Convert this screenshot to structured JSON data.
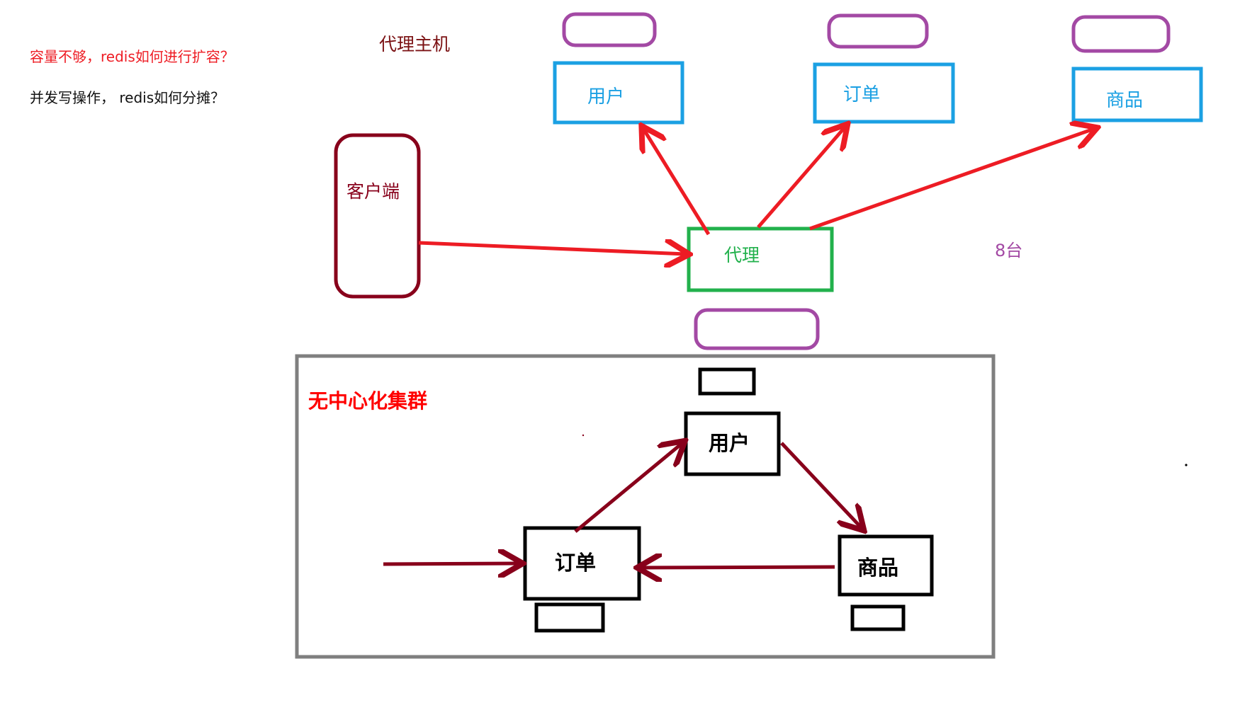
{
  "questions": {
    "capacity": "容量不够，redis如何进行扩容？",
    "concurrency": "并发写操作， redis如何分摊？"
  },
  "proxy_mode": {
    "title": "代理主机",
    "client": "客户端",
    "proxy": "代理",
    "server_count": "8台",
    "servers": [
      "用户",
      "订单",
      "商品"
    ]
  },
  "cluster": {
    "title": "无中心化集群",
    "nodes": [
      "用户",
      "订单",
      "商品"
    ]
  },
  "colors": {
    "question_red": "#ee1c24",
    "text_black": "#111111",
    "host_title": "#7b1113",
    "purple": "#a349a4",
    "blue": "#1ba0e3",
    "green": "#22b14c",
    "client_border": "#88001b",
    "arrow_red": "#ed1c24",
    "arrow_dark": "#88001b",
    "frame_gray": "#7f7f7f",
    "cluster_title": "#ff0000",
    "black": "#000000"
  }
}
